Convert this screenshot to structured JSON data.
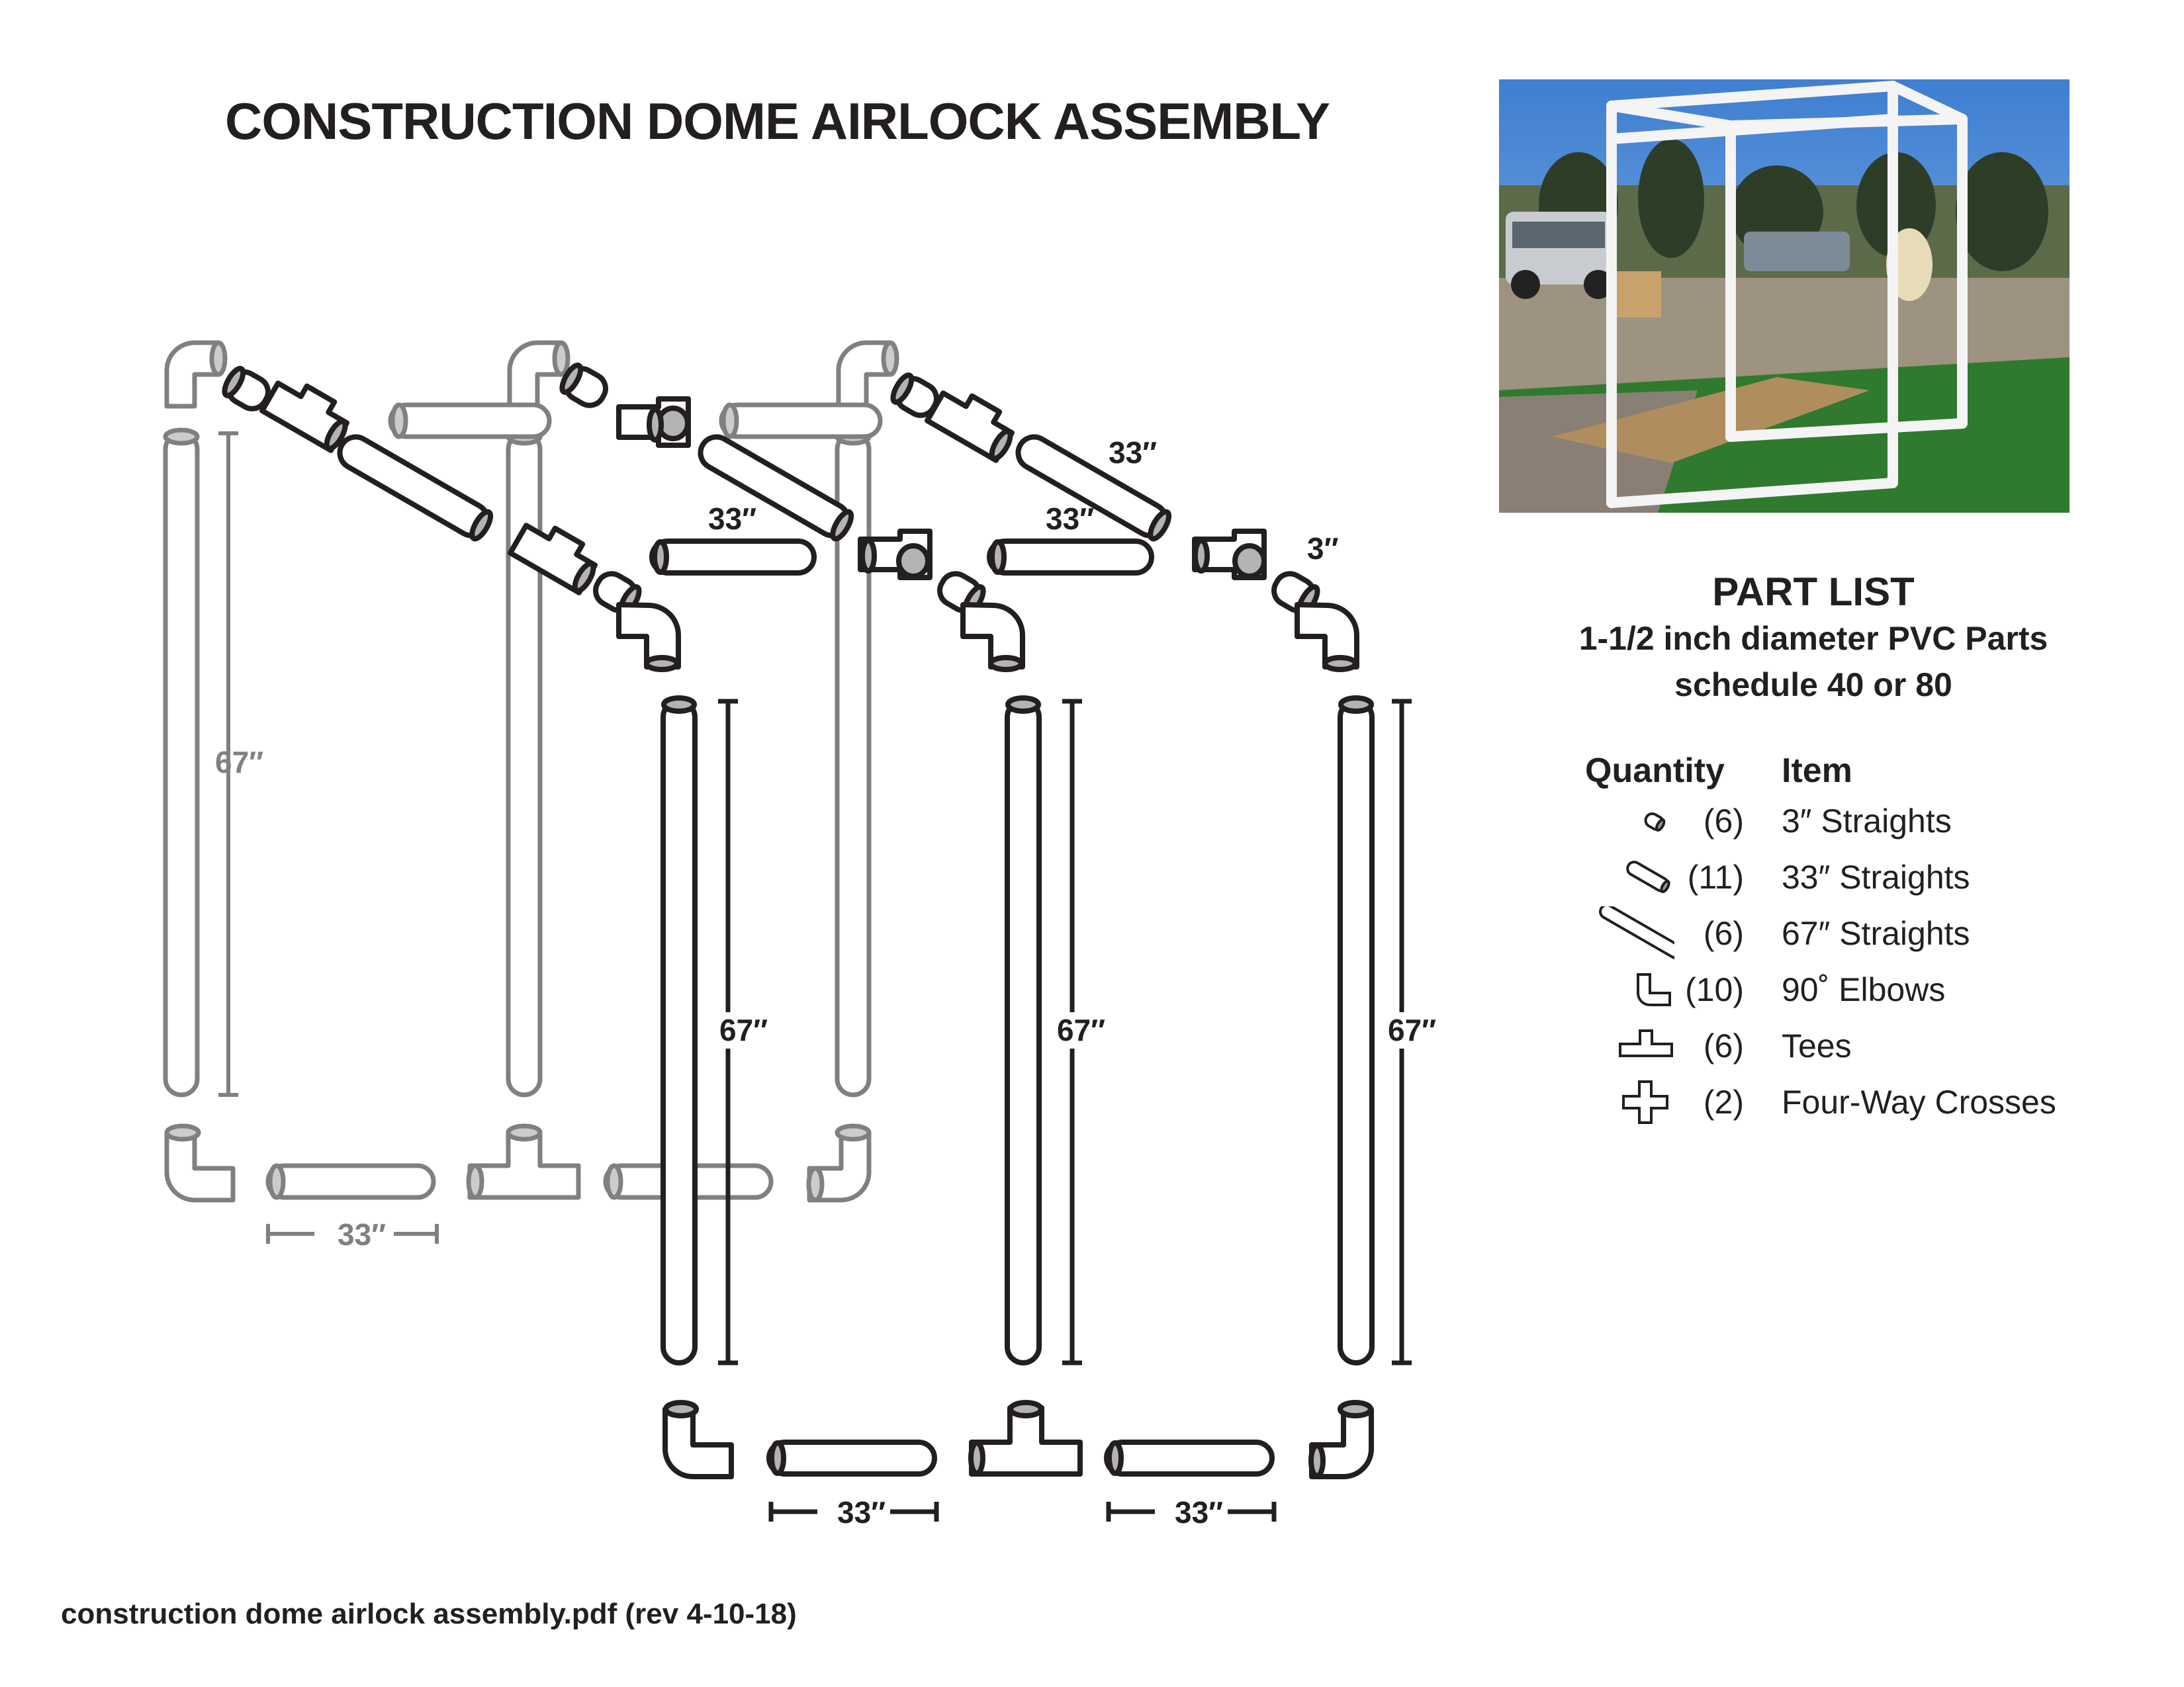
{
  "title": "CONSTRUCTION DOME AIRLOCK ASSEMBLY",
  "diagram": {
    "dimension_labels": {
      "back_top_33": "33″",
      "mid_top_33": "33″",
      "front_top_33": "33″",
      "front_top_3": "3″",
      "back_height": "67″",
      "front_height_1": "67″",
      "front_height_2": "67″",
      "front_height_3": "67″",
      "back_bottom_33": "33″",
      "front_bottom_33_a": "33″",
      "front_bottom_33_b": "33″"
    },
    "colors": {
      "front_outline": "#231f20",
      "back_outline": "#808080",
      "pipe_fill": "#ffffff",
      "pipe_end": "#b3b3b3"
    }
  },
  "photo": {
    "subject": "assembled PVC airlock frame on turf",
    "icon": "photo-illustration"
  },
  "part_list": {
    "title": "PART LIST",
    "subtitle_1": "1-1/2 inch diameter PVC Parts",
    "subtitle_2": "schedule 40 or 80",
    "col_quantity": "Quantity",
    "col_item": "Item",
    "rows": [
      {
        "qty": "(6)",
        "item": "3″ Straights",
        "icon": "short-pipe-icon"
      },
      {
        "qty": "(11)",
        "item": "33″ Straights",
        "icon": "medium-pipe-icon"
      },
      {
        "qty": "(6)",
        "item": "67″ Straights",
        "icon": "long-pipe-icon"
      },
      {
        "qty": "(10)",
        "item": "90˚ Elbows",
        "icon": "elbow-icon"
      },
      {
        "qty": "(6)",
        "item": "Tees",
        "icon": "tee-icon"
      },
      {
        "qty": "(2)",
        "item": "Four-Way Crosses",
        "icon": "cross-icon"
      }
    ]
  },
  "footer": "construction dome airlock assembly.pdf (rev 4-10-18)"
}
